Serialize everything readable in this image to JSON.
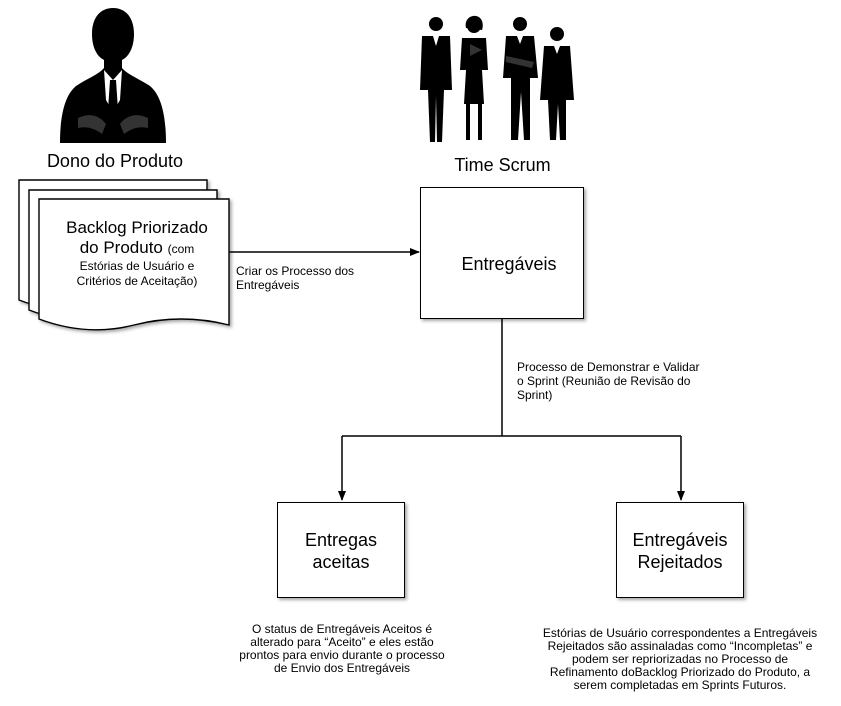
{
  "roles": {
    "owner_label": "Dono do Produto",
    "team_label": "Time Scrum"
  },
  "backlog": {
    "line1": "Backlog Priorizado",
    "line2": "do Produto",
    "line2_small": "(com",
    "line3": "Estórias de Usuário e",
    "line4": "Critérios de Aceitação)"
  },
  "edges": {
    "create_process": [
      "Criar os Processo dos",
      "Entregáveis"
    ],
    "demonstrate": [
      "Processo de Demonstrar e Validar",
      "o Sprint (Reunião de Revisão do",
      "Sprint)"
    ]
  },
  "nodes": {
    "deliverables": "Entregáveis",
    "accepted": [
      "Entregas",
      "aceitas"
    ],
    "rejected": [
      "Entregáveis",
      "Rejeitados"
    ]
  },
  "notes": {
    "accepted": [
      "O status de Entregáveis Aceitos é",
      "alterado para “Aceito” e eles estão",
      "prontos para envio durante o processo",
      "de Envio dos Entregáveis"
    ],
    "rejected": [
      "Estórias de Usuário correspondentes a Entregáveis",
      "Rejeitados são assinaladas como “Incompletas” e",
      "podem ser repriorizadas no Processo de",
      "Refinamento doBacklog Priorizado do Produto, a",
      "serem completadas em Sprints Futuros."
    ]
  }
}
